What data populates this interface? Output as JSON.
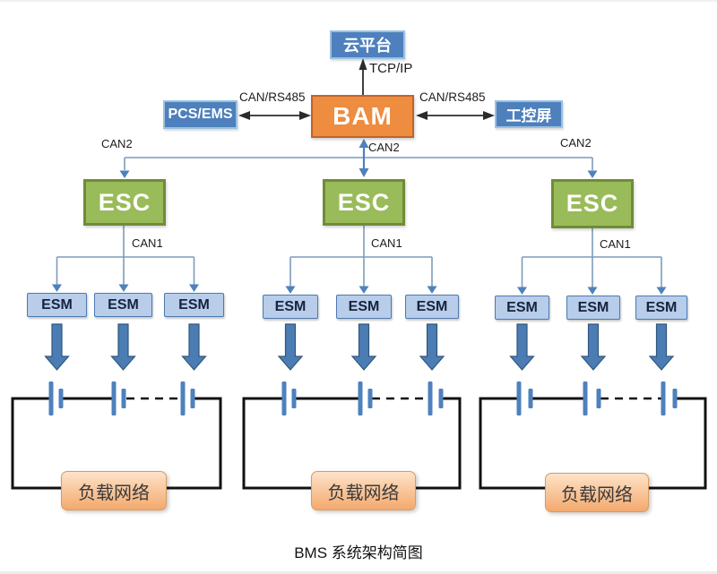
{
  "title": "BMS 系统架构简图",
  "colors": {
    "bam_orange": "#EE8C3F",
    "node_blue": "#4D80BC",
    "esc_green": "#9ABB59",
    "esm_blue": "#B7CDEA",
    "load_peach": "#F4A96E",
    "connector_blue": "#7D9CBC",
    "arrow_blue": "#4E81BD",
    "wire_black": "#111111"
  },
  "top": {
    "cloud": "云平台",
    "tcpip": "TCP/IP",
    "pcs": "PCS/EMS",
    "bam": "BAM",
    "hmi": "工控屏",
    "can_rs485_left": "CAN/RS485",
    "can_rs485_right": "CAN/RS485"
  },
  "can2": [
    "CAN2",
    "CAN2",
    "CAN2"
  ],
  "groups": [
    {
      "esc": "ESC",
      "can1": "CAN1",
      "esm": [
        "ESM",
        "ESM",
        "ESM"
      ],
      "load": "负载网络"
    },
    {
      "esc": "ESC",
      "can1": "CAN1",
      "esm": [
        "ESM",
        "ESM",
        "ESM"
      ],
      "load": "负载网络"
    },
    {
      "esc": "ESC",
      "can1": "CAN1",
      "esm": [
        "ESM",
        "ESM",
        "ESM"
      ],
      "load": "负载网络"
    }
  ]
}
